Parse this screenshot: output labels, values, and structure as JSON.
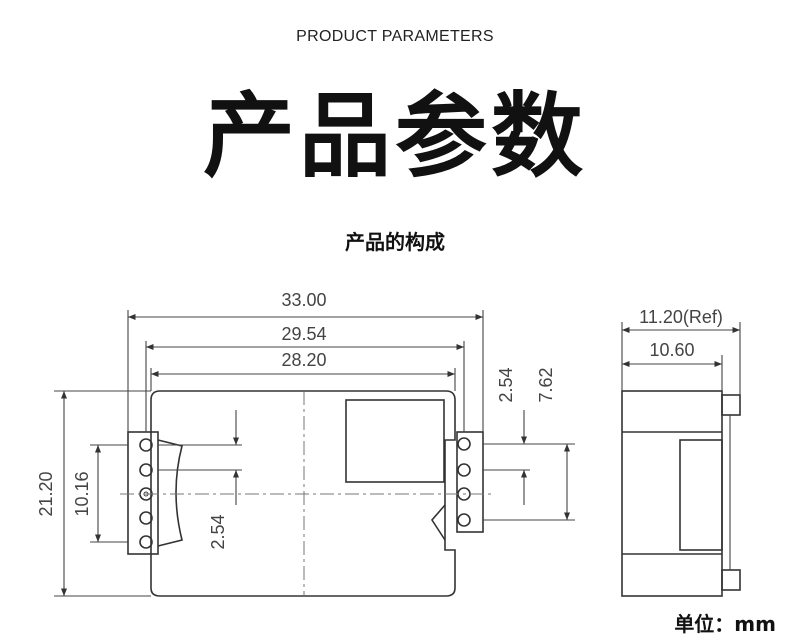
{
  "header": {
    "subtitle_en": "PRODUCT PARAMETERS",
    "title_cn": "产品参数",
    "section_cn": "产品的构成"
  },
  "front_view": {
    "dim_overall_width": "33.00",
    "dim_pin_span": "29.54",
    "dim_body_width": "28.20",
    "dim_height": "21.20",
    "dim_pin_group": "10.16",
    "dim_pin_pitch_left": "2.54",
    "dim_pin_pitch_right": "2.54",
    "dim_right_offset": "7.62"
  },
  "side_view": {
    "dim_ref_width": "11.20(Ref)",
    "dim_width": "10.60"
  },
  "footer": {
    "unit_note": "单位：mm"
  }
}
